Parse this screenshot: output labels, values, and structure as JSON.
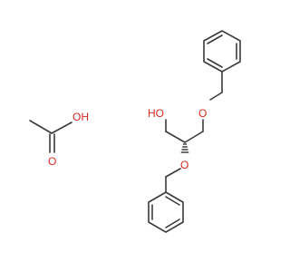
{
  "colors": {
    "bond": "#3a3a3a",
    "oxygen": "#d42a20",
    "background": "#ffffff"
  },
  "acetic_acid": {
    "oh_label": "OH",
    "carbonyl_o_label": "O"
  },
  "main_molecule": {
    "hydroxyl_label": "HO",
    "ether_upper_label": "O",
    "ether_lower_label": "O"
  }
}
